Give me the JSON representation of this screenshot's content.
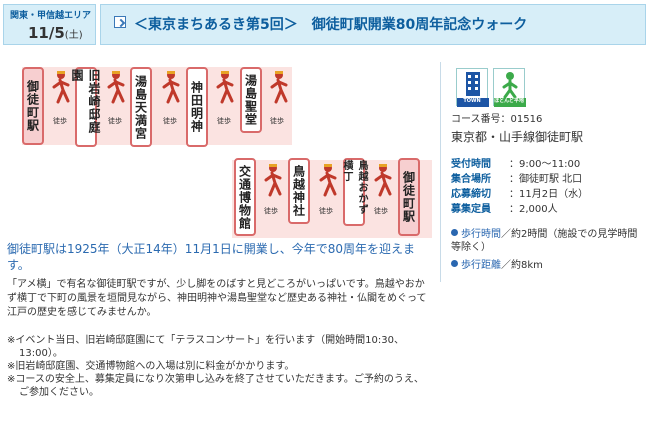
{
  "header": {
    "area": "関東・甲信越エリア",
    "date": "11/5",
    "dow": "(土)",
    "title": "＜東京まちあるき第5回＞　御徒町駅開業80周年記念ウォーク"
  },
  "route": {
    "stations_row1": [
      {
        "name": "御徒町駅"
      },
      {
        "name": "旧岩崎邸庭園"
      },
      {
        "name": "湯島天満宮"
      },
      {
        "name": "神田明神"
      },
      {
        "name": "湯島聖堂"
      }
    ],
    "stations_row2": [
      {
        "name": "交通博物館"
      },
      {
        "name": "鳥越神社"
      },
      {
        "name": "鳥越おかず横丁"
      },
      {
        "name": "御徒町駅"
      }
    ],
    "walk_label": "徒歩"
  },
  "main": {
    "lead": "御徒町駅は1925年（大正14年）11月1日に開業し、今年で80周年を迎えます。",
    "description": "「アメ横」で有名な御徒町駅ですが、少し脚をのばすと見どころがいっぱいです。鳥越やおかず横丁で下町の風景を垣間見ながら、神田明神や湯島聖堂など歴史ある神社・仏閣をめぐって江戸の歴史を感じてみませんか。",
    "notes": [
      "※イベント当日、旧岩崎邸庭園にて「テラスコンサート」を行います（開始時間10:30、13:00）。",
      "※旧岩崎邸庭園、交通博物館への入場は別に料金がかかります。",
      "※コースの安全上、募集定員になり次第申し込みを終了させていただきます。ご予約のうえ、ご参加ください。"
    ]
  },
  "info": {
    "badges": [
      {
        "label": "TOWN",
        "icon": "building-icon",
        "color": "#1d55a5"
      },
      {
        "label": "ほとんど平地",
        "icon": "walker-flat-icon",
        "color": "#3caa4a"
      }
    ],
    "course_no": "コース番号：01516",
    "location": "東京都・山手線御徒町駅",
    "rows": [
      {
        "key": "受付時間",
        "value": "：9:00～11:00"
      },
      {
        "key": "集合場所",
        "value": "：御徒町駅 北口"
      },
      {
        "key": "応募締切",
        "value": "：11月2日（水）"
      },
      {
        "key": "募集定員",
        "value": "：2,000人"
      }
    ],
    "walk_time_key": "歩行時間",
    "walk_time": "／約2時間（施設での見学時間等除く）",
    "walk_dist_key": "歩行距離",
    "walk_dist": "／約8km"
  },
  "colors": {
    "accent": "#0d5e9e",
    "header_bg": "#d7eef8",
    "route_band": "#fbe3e1",
    "station_border": "#d96a6a",
    "walker": "#c0392b"
  }
}
